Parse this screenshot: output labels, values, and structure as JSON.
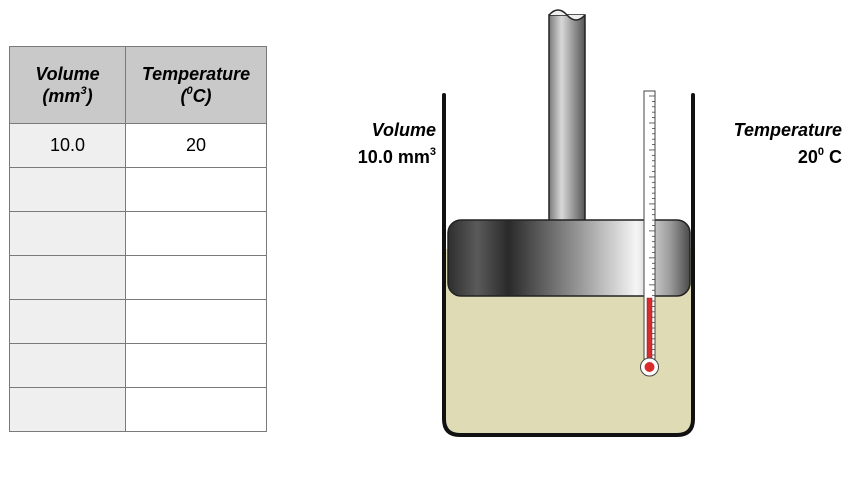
{
  "table": {
    "headers": [
      {
        "label": "Volume",
        "unit_open": "(mm",
        "unit_sup": "3",
        "unit_close": ")"
      },
      {
        "label": "Temperature",
        "unit_open": "(",
        "unit_sup": "0",
        "unit_close": "C)"
      }
    ],
    "rows": [
      [
        "10.0",
        "20"
      ],
      [
        "",
        ""
      ],
      [
        "",
        ""
      ],
      [
        "",
        ""
      ],
      [
        "",
        ""
      ],
      [
        "",
        ""
      ],
      [
        "",
        ""
      ]
    ]
  },
  "volume_readout": {
    "label": "Volume",
    "value": "10.0",
    "unit": "mm",
    "unit_sup": "3"
  },
  "temperature_readout": {
    "label": "Temperature",
    "value": "20",
    "value_sup": "0",
    "unit": "C"
  },
  "colors": {
    "liquid": "#dfdcb5",
    "thermometer_fluid": "#d92b2b",
    "header_fill": "#c9c9c9",
    "first_column_fill": "#efefef"
  },
  "thermometer_fill_level": 0.22
}
